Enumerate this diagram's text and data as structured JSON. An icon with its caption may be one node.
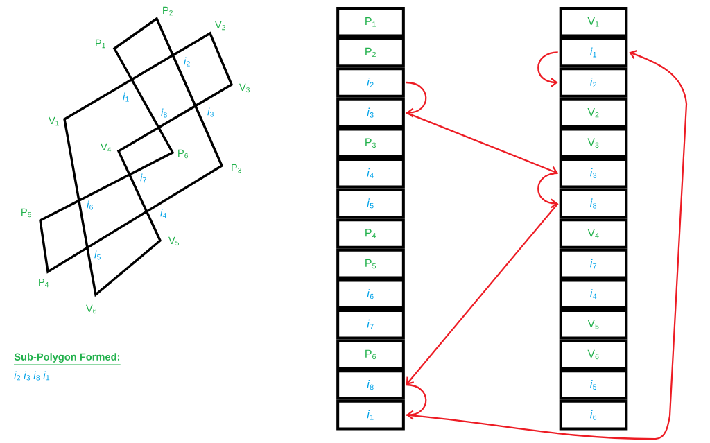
{
  "diagram": {
    "nodes": [
      {
        "text": [
          "P$_{1}$"
        ]
      },
      {
        "text": [
          "P$_{2}$"
        ]
      },
      {
        "text": [
          "*i*$_{2}$"
        ]
      },
      {
        "text": [
          "*i*$_{3}$"
        ]
      },
      {
        "text": [
          "P$_{3}$"
        ]
      },
      {
        "text": [
          "*i*$_{4}$"
        ]
      },
      {
        "text": [
          "*i*$_{5}$"
        ]
      },
      {
        "text": [
          "P$_{4}$"
        ]
      },
      {
        "text": [
          "P$_{5}$"
        ]
      },
      {
        "text": [
          "*i*$_{6}$"
        ]
      },
      {
        "text": [
          "*i*$_{7}$"
        ]
      },
      {
        "text": [
          "P$_{6}$"
        ]
      },
      {
        "text": [
          "*i*$_{8}$"
        ]
      },
      {
        "text": [
          "*i*$_{1}$"
        ]
      },
      {
        "text": [
          "V$_{1}$"
        ]
      },
      {
        "text": [
          "*i*$_{1}$"
        ]
      },
      {
        "text": [
          "*i*$_{2}$"
        ]
      },
      {
        "text": [
          "V$_{2}$"
        ]
      },
      {
        "text": [
          "V$_{3}$"
        ]
      },
      {
        "text": [
          "*i*$_{3}$"
        ]
      },
      {
        "text": [
          "*i*$_{8}$"
        ]
      },
      {
        "text": [
          "V$_{4}$"
        ]
      },
      {
        "text": [
          "*i*$_{7}$"
        ]
      },
      {
        "text": [
          "*i*$_{4}$"
        ]
      },
      {
        "text": [
          "V$_{5}$"
        ]
      },
      {
        "text": [
          "V$_{6}$"
        ]
      },
      {
        "text": [
          "*i*$_{5}$"
        ]
      },
      {
        "text": [
          "*i*$_{6}$"
        ]
      }
    ],
    "edges": [
      {
        "from": 2,
        "to": 3,
        "arrow": "to"
      },
      {
        "from": 3,
        "to": 19,
        "arrow": "to"
      },
      {
        "from": 15,
        "to": 16,
        "arrow": "to"
      },
      {
        "from": 19,
        "to": 20,
        "arrow": "to"
      },
      {
        "from": 20,
        "to": 12,
        "arrow": "to"
      },
      {
        "from": 12,
        "to": 13,
        "arrow": "to"
      },
      {
        "from": 13,
        "to": 15,
        "arrow": "to"
      }
    ],
    "labels": [
      "P$_{2}$",
      "V$_{2}$",
      "P$_{1}$",
      "*i*$_{2}$",
      "V$_{3}$",
      "*i*$_{1}$",
      "*i*$_{3}$",
      "*i*$_{8}$",
      "V$_{1}$",
      "V$_{4}$",
      "P$_{6}$",
      "P$_{3}$",
      "*i*$_{7}$",
      "*i*$_{6}$",
      "P$_{5}$",
      "*i*$_{4}$",
      "V$_{5}$",
      "*i*$_{5}$",
      "P$_{4}$",
      "V$_{6}$",
      "Sub-Polygon Formed:",
      "*i*$_{2}$ *i*$_{3}$ *i*$_{8}$ *i*$_{1}$"
    ]
  }
}
